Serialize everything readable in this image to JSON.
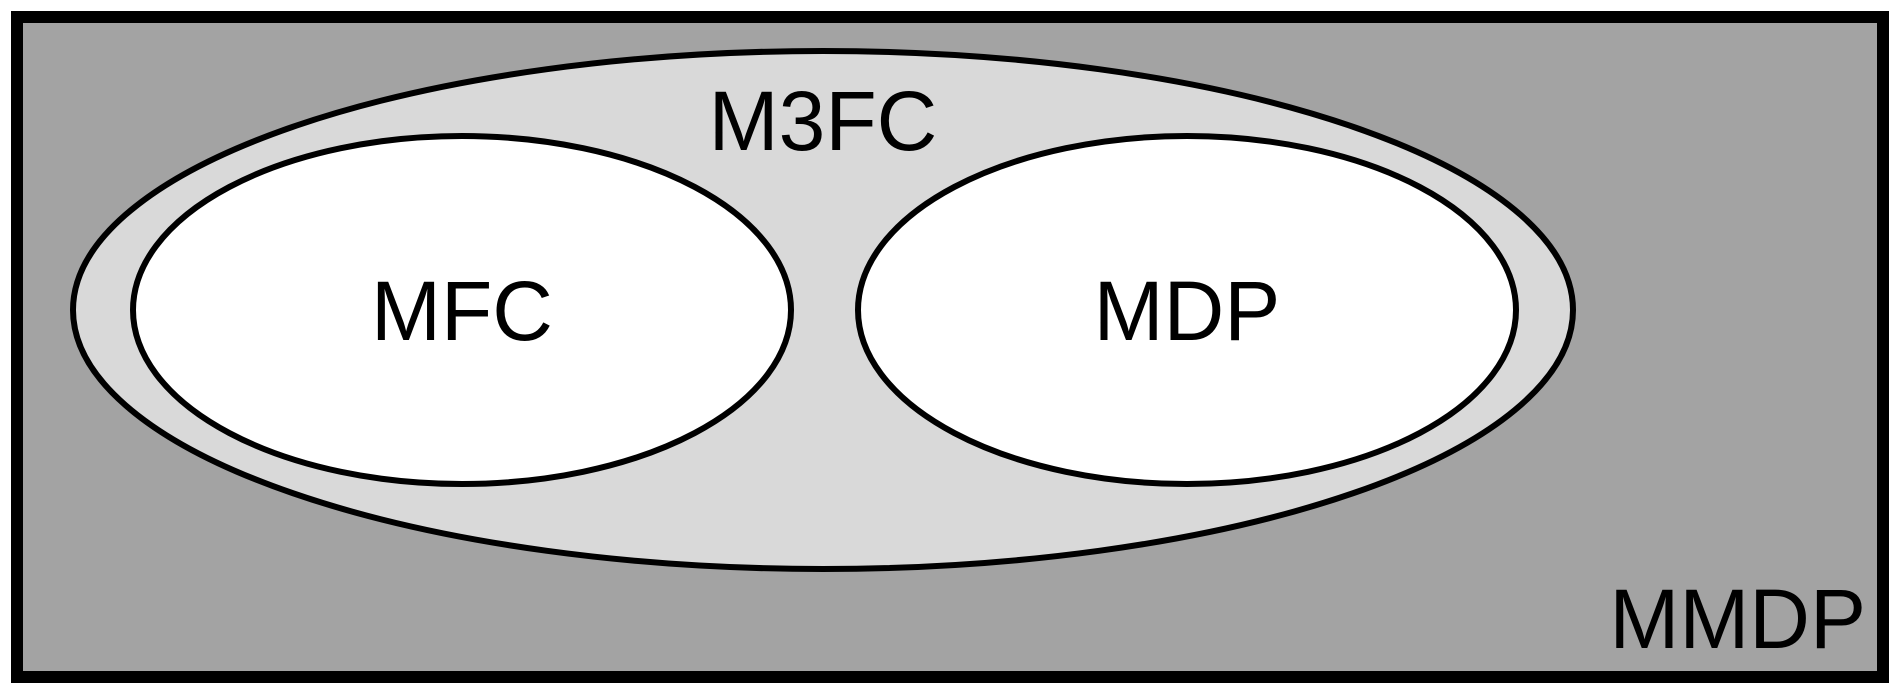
{
  "diagram": {
    "sets": {
      "outer": {
        "label": "MMDP"
      },
      "middle": {
        "label": "M3FC"
      },
      "left": {
        "label": "MFC"
      },
      "right": {
        "label": "MDP"
      }
    },
    "colors": {
      "outer_fill": "#a3a3a3",
      "middle_fill": "#d9d9d9",
      "inner_fill": "#ffffff",
      "stroke": "#000000"
    }
  }
}
